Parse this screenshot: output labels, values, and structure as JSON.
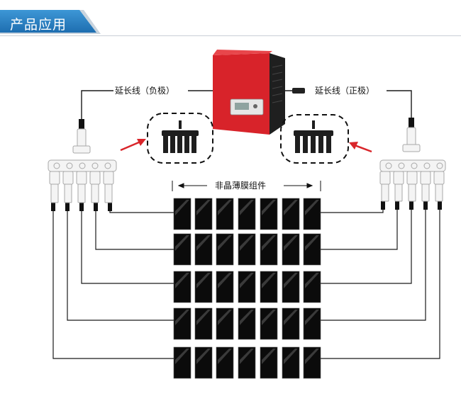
{
  "header": {
    "title": "产品应用"
  },
  "labels": {
    "ext_negative": "延长线（负极）",
    "ext_positive": "延长线（正极）",
    "panel_array": "非晶薄膜组件"
  },
  "panels": {
    "rows": 5,
    "cols": 7
  },
  "colors": {
    "header_blue": "#2d86c6",
    "header_blue_dark": "#1a5d93",
    "inverter_red": "#d8232a",
    "inverter_dark": "#1f1f1f",
    "panel_black": "#0b0b0b",
    "arrow_red": "#d9252a",
    "wire": "#1a1a1a"
  },
  "icons": [
    "inverter-icon",
    "branch-connector-icon",
    "solar-panel-icon",
    "pointer-arrow-icon"
  ]
}
